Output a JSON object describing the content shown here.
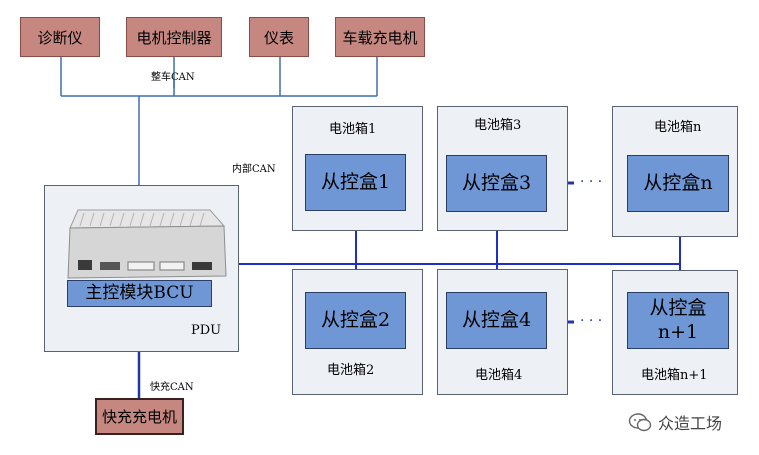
{
  "top_devices": [
    "诊断仪",
    "电机控制器",
    "仪表",
    "车载充电机"
  ],
  "bus_labels": {
    "vehicle_can": "整车CAN",
    "internal_can": "内部CAN",
    "fast_charge_can": "快充CAN"
  },
  "pdu": {
    "label": "PDU",
    "bcu": "主控模块BCU"
  },
  "battery_boxes": {
    "box1": {
      "label": "电池箱1",
      "slave": "从控盒1"
    },
    "box2": {
      "label": "电池箱2",
      "slave": "从控盒2"
    },
    "box3": {
      "label": "电池箱3",
      "slave": "从控盒3"
    },
    "box4": {
      "label": "电池箱4",
      "slave": "从控盒4"
    },
    "boxn": {
      "label": "电池箱n",
      "slave": "从控盒n"
    },
    "boxn1": {
      "label": "电池箱n+1",
      "slave_line1": "从控盒",
      "slave_line2": "n+1"
    }
  },
  "ellipsis": "· · ·",
  "fast_charger": "快充充电机",
  "watermark": "众造工场",
  "colors": {
    "top_box": "#c5877f",
    "slave_box": "#6f97d6",
    "battery_box": "#edf0f5",
    "can_line": "#3f6eb0",
    "internal_line": "#1f2ec9",
    "fast_line": "#2036a8"
  }
}
